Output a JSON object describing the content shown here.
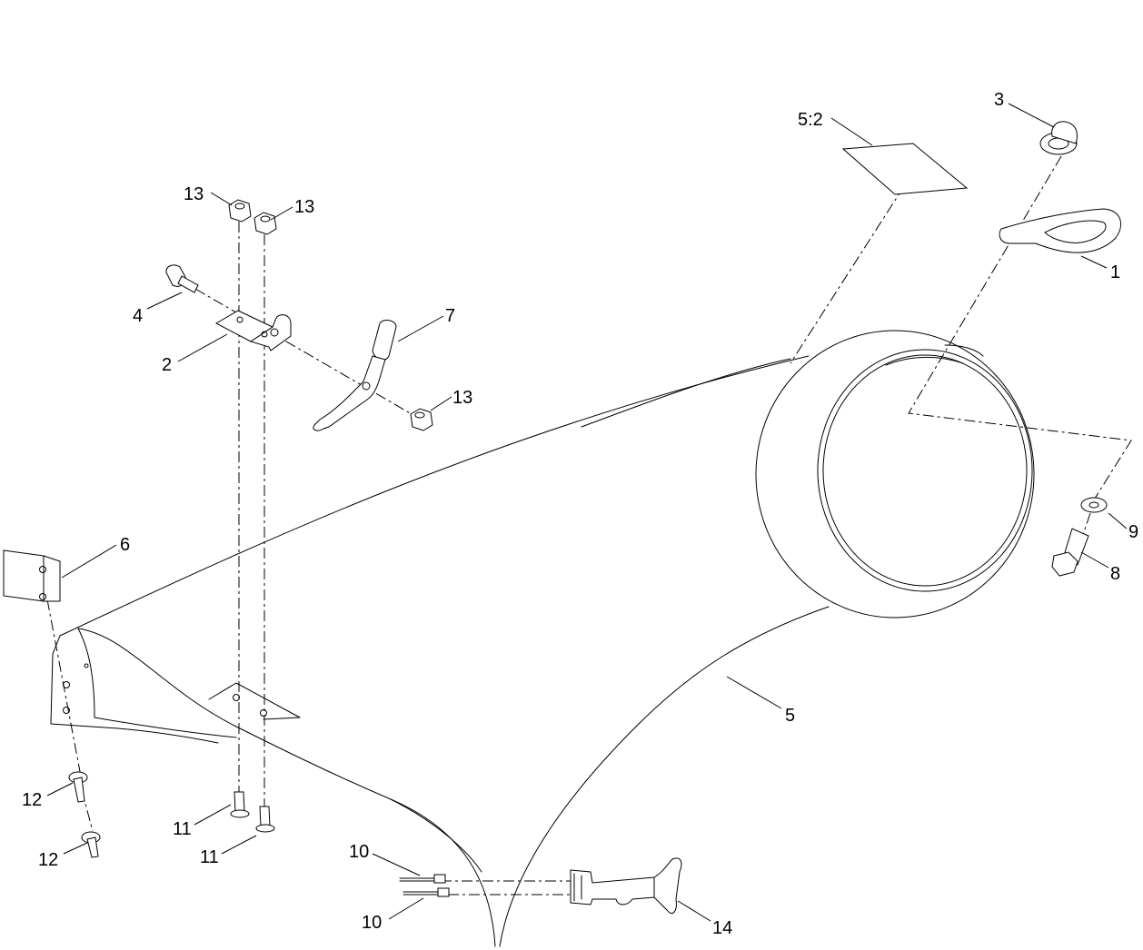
{
  "callouts": {
    "c1": "1",
    "c2": "2",
    "c3": "3",
    "c4": "4",
    "c5": "5",
    "c5_2": "5:2",
    "c6": "6",
    "c7": "7",
    "c8": "8",
    "c9": "9",
    "c10a": "10",
    "c10b": "10",
    "c11a": "11",
    "c11b": "11",
    "c12a": "12",
    "c12b": "12",
    "c13a": "13",
    "c13b": "13",
    "c13c": "13",
    "c14": "14"
  }
}
